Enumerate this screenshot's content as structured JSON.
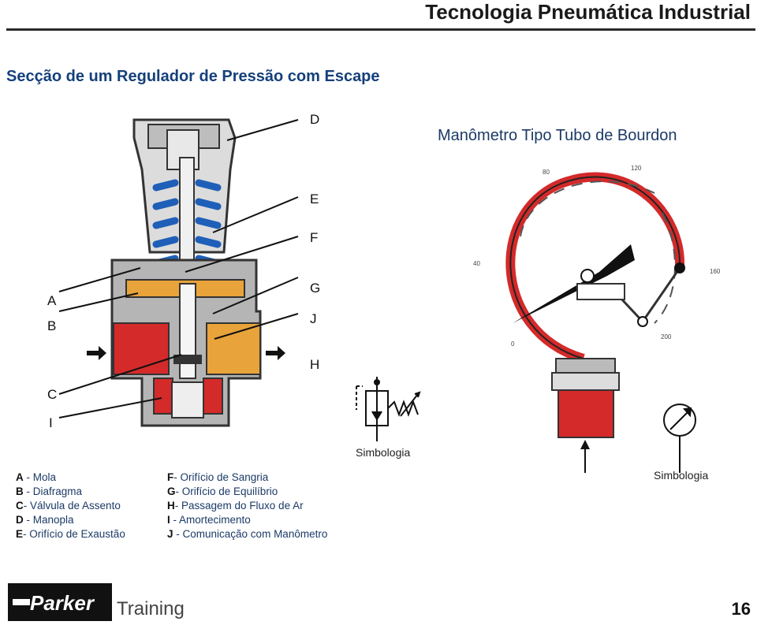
{
  "header": {
    "title": "Tecnologia Pneumática Industrial"
  },
  "section": {
    "title": "Secção de um Regulador de Pressão com Escape"
  },
  "gauge": {
    "title": "Manômetro Tipo Tubo de Bourdon",
    "scale": [
      "40",
      "80",
      "120",
      "160",
      "200",
      "0"
    ]
  },
  "callouts": {
    "A": "A",
    "B": "B",
    "C": "C",
    "D": "D",
    "E": "E",
    "F": "F",
    "G": "G",
    "H": "H",
    "I": "I",
    "J": "J"
  },
  "symbology": {
    "regulator_label": "Simbologia",
    "gauge_label": "Simbologia"
  },
  "legend": {
    "left": [
      {
        "key": "A",
        "sep": " - ",
        "text": "Mola"
      },
      {
        "key": "B",
        "sep": " - ",
        "text": "Diafragma"
      },
      {
        "key": "C",
        "sep": "- ",
        "text": "Válvula de Assento"
      },
      {
        "key": "D",
        "sep": " - ",
        "text": "Manopla"
      },
      {
        "key": "E",
        "sep": "- ",
        "text": "Orifício de Exaustão"
      }
    ],
    "right": [
      {
        "key": "F",
        "sep": "- ",
        "text": "Orifício de Sangria"
      },
      {
        "key": "G",
        "sep": "- ",
        "text": "Orifício de Equilíbrio"
      },
      {
        "key": "H",
        "sep": "- ",
        "text": "Passagem do Fluxo de Ar"
      },
      {
        "key": "I",
        "sep": " - ",
        "text": "Amortecimento"
      },
      {
        "key": "J",
        "sep": " - ",
        "text": "Comunicação com Manômetro"
      }
    ]
  },
  "footer": {
    "brand": "Parker",
    "training": "Training",
    "page_number": "16"
  },
  "colors": {
    "red": "#d42a2a",
    "blue": "#1f5fb8",
    "orange": "#e8a33a",
    "gray": "#a9a9a9",
    "navy": "#1b3a66"
  }
}
